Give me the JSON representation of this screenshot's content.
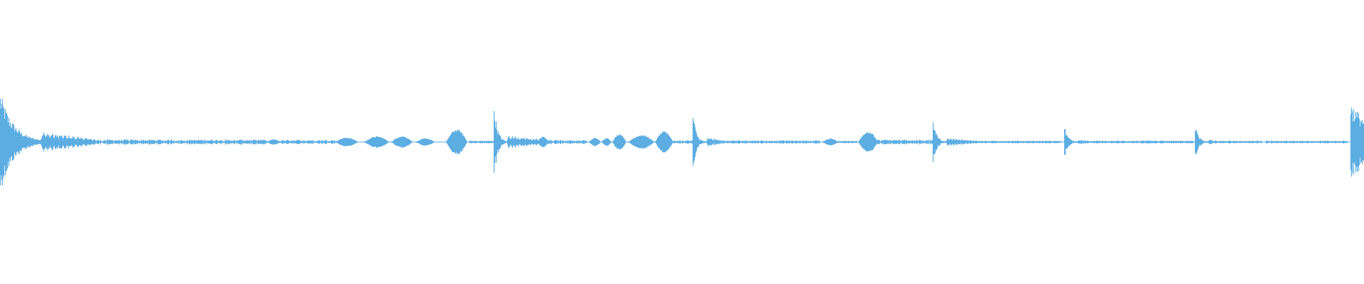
{
  "waveform": {
    "color": "#5dade2",
    "background": "#ffffff",
    "segments": [
      {
        "kind": "transient",
        "start": 0.0,
        "end": 0.034,
        "peak": 0.36,
        "decay": 3.5
      },
      {
        "kind": "chatter",
        "start": 0.03,
        "end": 0.07,
        "peak": 0.075
      },
      {
        "kind": "tail",
        "start": 0.07,
        "end": 0.196,
        "peak": 0.018
      },
      {
        "kind": "blob",
        "start": 0.196,
        "end": 0.205,
        "peak": 0.02
      },
      {
        "kind": "tail",
        "start": 0.205,
        "end": 0.246,
        "peak": 0.016
      },
      {
        "kind": "blob",
        "start": 0.246,
        "end": 0.262,
        "peak": 0.032
      },
      {
        "kind": "blob",
        "start": 0.267,
        "end": 0.285,
        "peak": 0.04
      },
      {
        "kind": "blob",
        "start": 0.287,
        "end": 0.302,
        "peak": 0.042
      },
      {
        "kind": "blob",
        "start": 0.305,
        "end": 0.318,
        "peak": 0.026
      },
      {
        "kind": "blob",
        "start": 0.327,
        "end": 0.342,
        "peak": 0.09
      },
      {
        "kind": "tail",
        "start": 0.344,
        "end": 0.362,
        "peak": 0.01
      },
      {
        "kind": "transient",
        "start": 0.362,
        "end": 0.372,
        "peak": 0.28,
        "decay": 4.0
      },
      {
        "kind": "chatter",
        "start": 0.372,
        "end": 0.4,
        "peak": 0.05
      },
      {
        "kind": "blob",
        "start": 0.394,
        "end": 0.402,
        "peak": 0.038
      },
      {
        "kind": "tail",
        "start": 0.402,
        "end": 0.43,
        "peak": 0.015
      },
      {
        "kind": "blob",
        "start": 0.432,
        "end": 0.44,
        "peak": 0.03
      },
      {
        "kind": "blob",
        "start": 0.441,
        "end": 0.448,
        "peak": 0.03
      },
      {
        "kind": "blob",
        "start": 0.449,
        "end": 0.459,
        "peak": 0.058
      },
      {
        "kind": "blob",
        "start": 0.461,
        "end": 0.479,
        "peak": 0.05
      },
      {
        "kind": "blob",
        "start": 0.48,
        "end": 0.493,
        "peak": 0.075
      },
      {
        "kind": "tail",
        "start": 0.493,
        "end": 0.508,
        "peak": 0.012
      },
      {
        "kind": "transient",
        "start": 0.508,
        "end": 0.518,
        "peak": 0.22,
        "decay": 4.5
      },
      {
        "kind": "chatter",
        "start": 0.518,
        "end": 0.53,
        "peak": 0.035
      },
      {
        "kind": "tail",
        "start": 0.53,
        "end": 0.601,
        "peak": 0.012
      },
      {
        "kind": "blob",
        "start": 0.603,
        "end": 0.614,
        "peak": 0.025
      },
      {
        "kind": "tail",
        "start": 0.614,
        "end": 0.628,
        "peak": 0.01
      },
      {
        "kind": "blob",
        "start": 0.629,
        "end": 0.643,
        "peak": 0.075
      },
      {
        "kind": "tail",
        "start": 0.643,
        "end": 0.684,
        "peak": 0.018
      },
      {
        "kind": "transient",
        "start": 0.684,
        "end": 0.694,
        "peak": 0.17,
        "decay": 4.0
      },
      {
        "kind": "chatter",
        "start": 0.694,
        "end": 0.72,
        "peak": 0.03
      },
      {
        "kind": "tail",
        "start": 0.72,
        "end": 0.778,
        "peak": 0.01
      },
      {
        "kind": "transient",
        "start": 0.78,
        "end": 0.79,
        "peak": 0.12,
        "decay": 4.0
      },
      {
        "kind": "chatter",
        "start": 0.79,
        "end": 0.8,
        "peak": 0.02
      },
      {
        "kind": "tail",
        "start": 0.8,
        "end": 0.875,
        "peak": 0.01
      },
      {
        "kind": "transient",
        "start": 0.876,
        "end": 0.886,
        "peak": 0.12,
        "decay": 4.0
      },
      {
        "kind": "chatter",
        "start": 0.886,
        "end": 0.894,
        "peak": 0.02
      },
      {
        "kind": "tail",
        "start": 0.894,
        "end": 0.925,
        "peak": 0.01
      },
      {
        "kind": "tail",
        "start": 0.928,
        "end": 0.988,
        "peak": 0.01
      },
      {
        "kind": "transient",
        "start": 0.99,
        "end": 1.0,
        "peak": 0.28,
        "decay": 0.5
      }
    ]
  }
}
